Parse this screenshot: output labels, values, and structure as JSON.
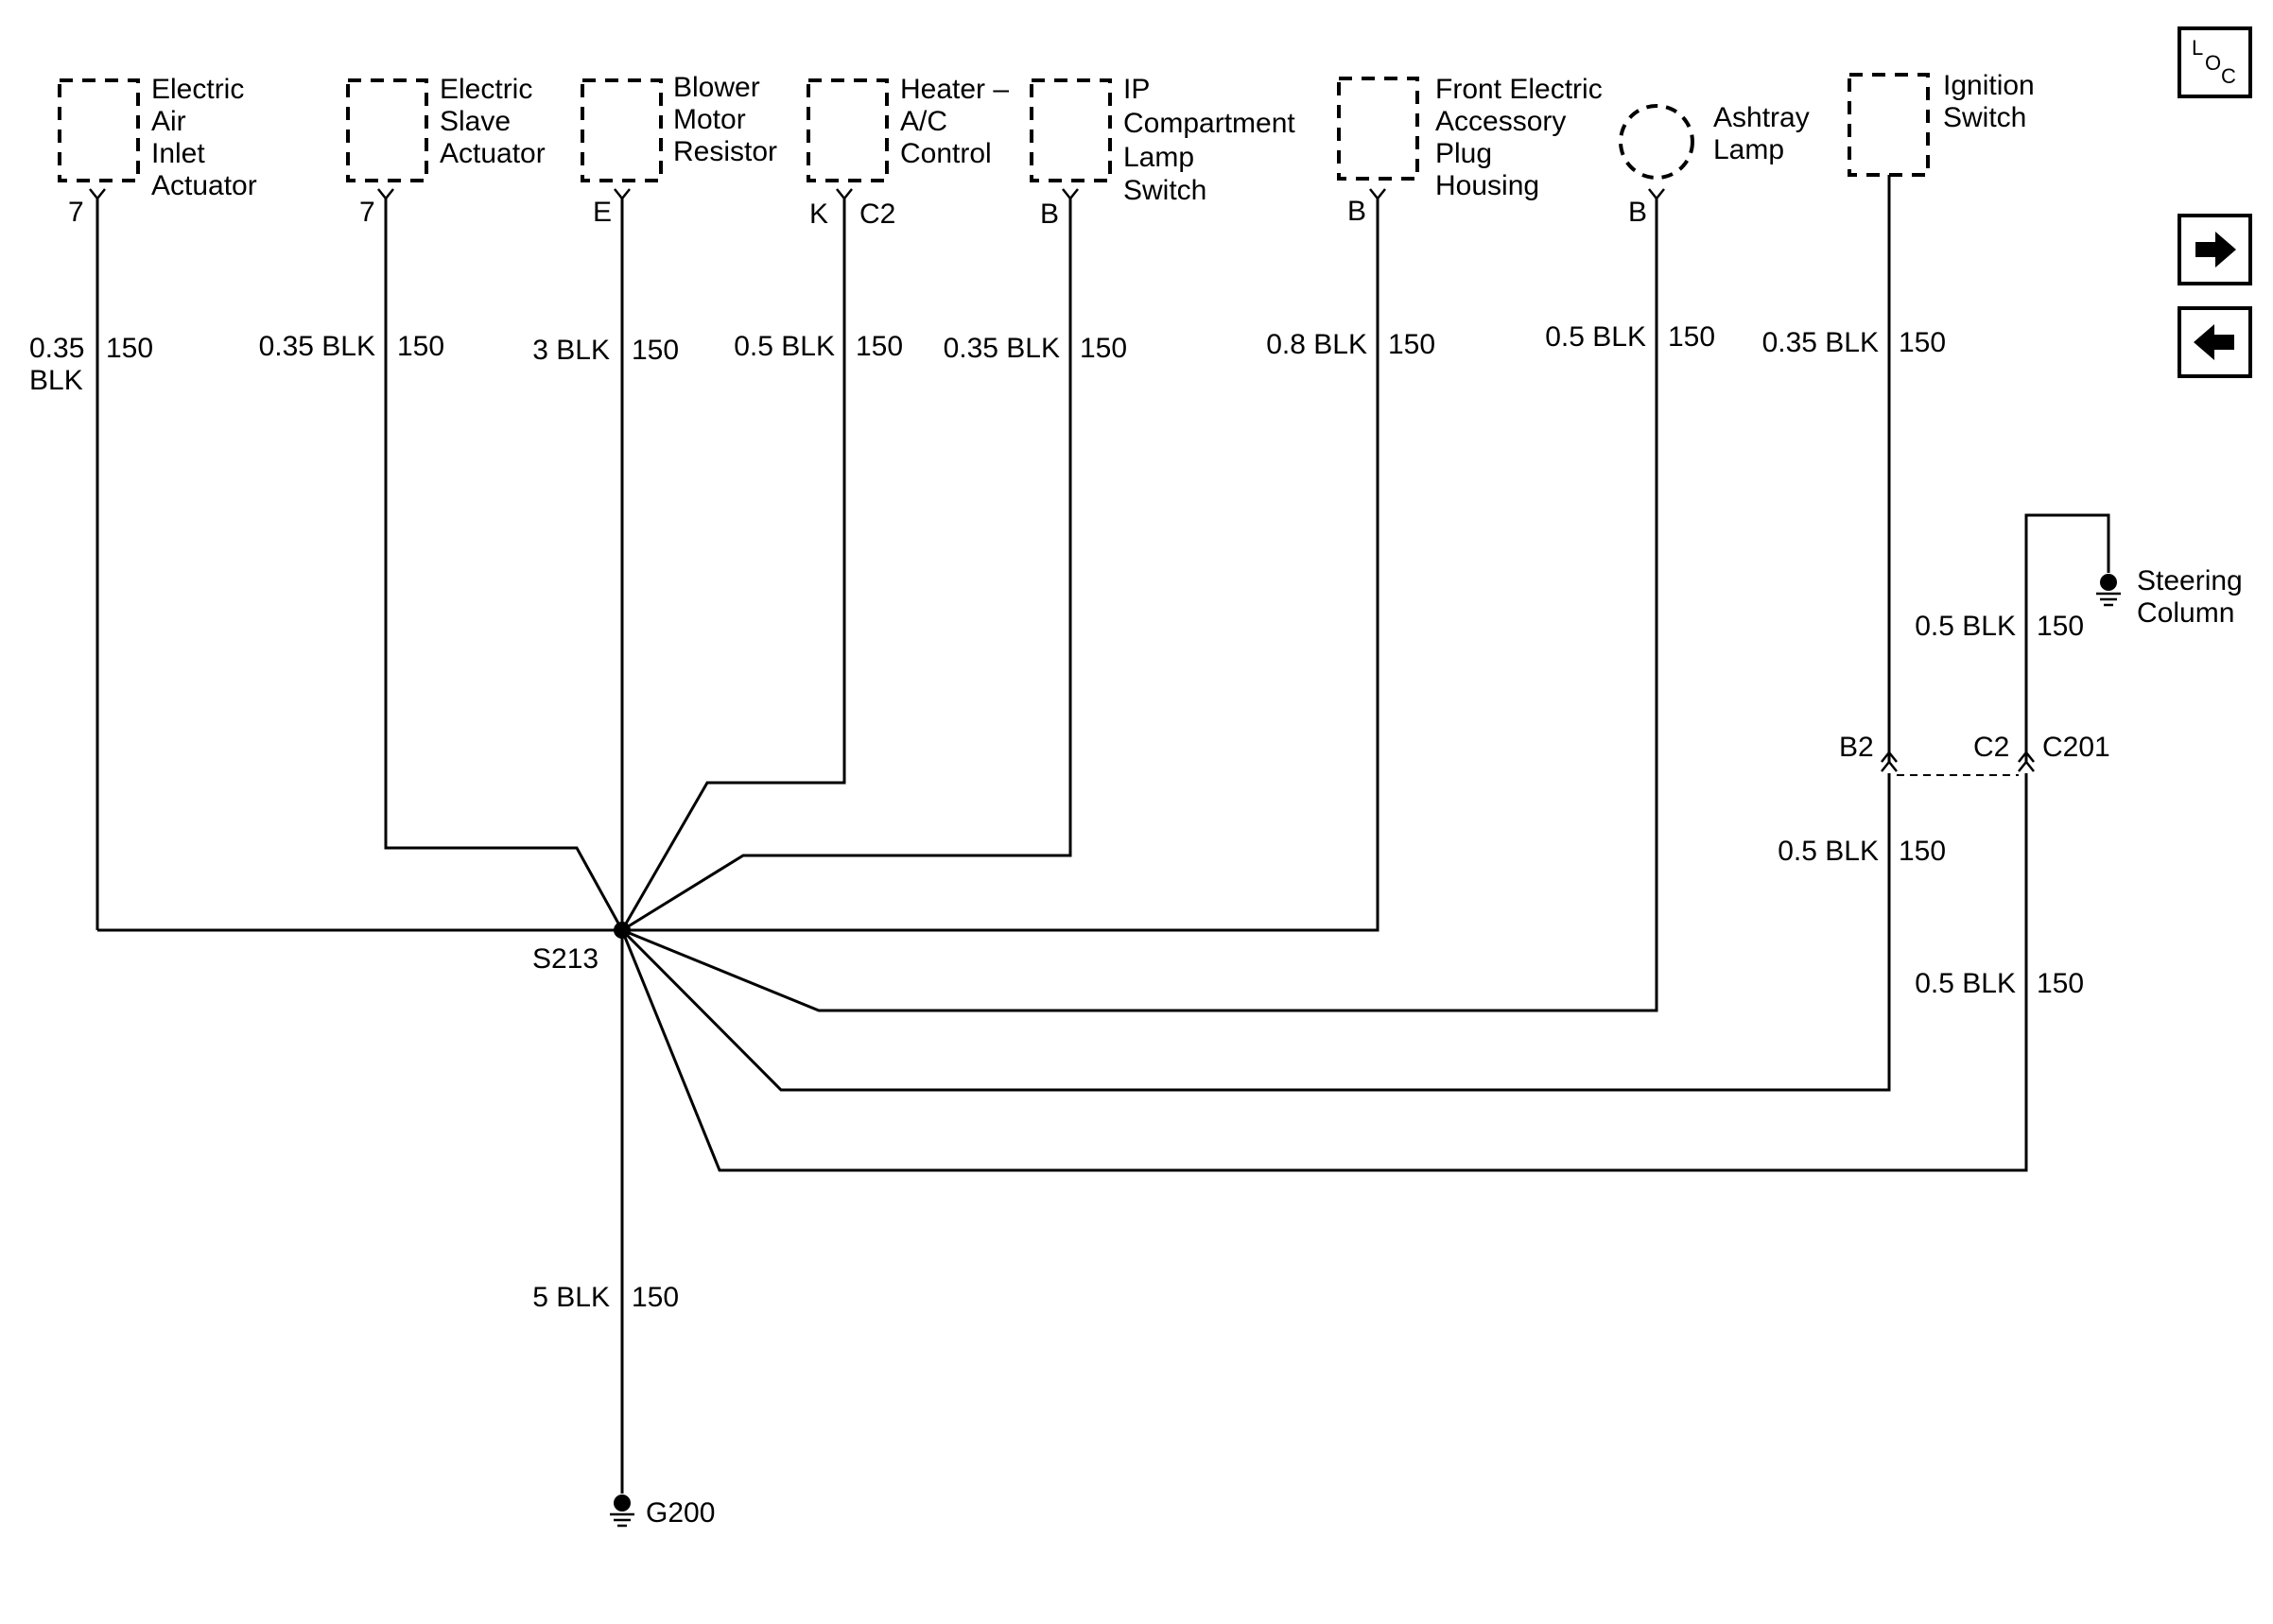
{
  "components": {
    "electric_air_inlet_actuator": {
      "line1": "Electric",
      "line2": "Air",
      "line3": "Inlet",
      "line4": "Actuator",
      "pin": "7",
      "wire_size": "0.35",
      "wire_color": "BLK",
      "circuit": "150"
    },
    "electric_slave_actuator": {
      "line1": "Electric",
      "line2": "Slave",
      "line3": "Actuator",
      "pin": "7",
      "wire": "0.35 BLK",
      "circuit": "150"
    },
    "blower_motor_resistor": {
      "line1": "Blower",
      "line2": "Motor",
      "line3": "Resistor",
      "pin": "E",
      "wire": "3 BLK",
      "circuit": "150"
    },
    "heater_ac_control": {
      "line1": "Heater –",
      "line2": "A/C",
      "line3": "Control",
      "pin": "K",
      "connector": "C2",
      "wire": "0.5 BLK",
      "circuit": "150"
    },
    "ip_compartment_lamp_switch": {
      "line1": "IP",
      "line2": "Compartment",
      "line3": "Lamp",
      "line4": "Switch",
      "pin": "B",
      "wire": "0.35 BLK",
      "circuit": "150"
    },
    "front_electric_accessory_plug": {
      "line1": "Front Electric",
      "line2": "Accessory",
      "line3": "Plug",
      "line4": "Housing",
      "pin": "B",
      "wire": "0.8 BLK",
      "circuit": "150"
    },
    "ashtray_lamp": {
      "line1": "Ashtray",
      "line2": "Lamp",
      "pin": "B",
      "wire": "0.5 BLK",
      "circuit": "150"
    },
    "ignition_switch": {
      "line1": "Ignition",
      "line2": "Switch",
      "wire": "0.35 BLK",
      "circuit": "150"
    }
  },
  "steering_column": {
    "line1": "Steering",
    "line2": "Column",
    "wire": "0.5 BLK",
    "circuit": "150"
  },
  "connector_c201": {
    "name": "C201",
    "pin_left": "B2",
    "pin_right": "C2",
    "wire_left": "0.5 BLK",
    "circuit_left": "150",
    "wire_right": "0.5 BLK",
    "circuit_right": "150"
  },
  "splice": {
    "name": "S213"
  },
  "ground": {
    "name": "G200",
    "wire": "5 BLK",
    "circuit": "150"
  },
  "nav": {
    "loc_l": "L",
    "loc_o": "O",
    "loc_c": "C",
    "forward_icon": "arrow-right-icon",
    "back_icon": "arrow-left-icon"
  }
}
